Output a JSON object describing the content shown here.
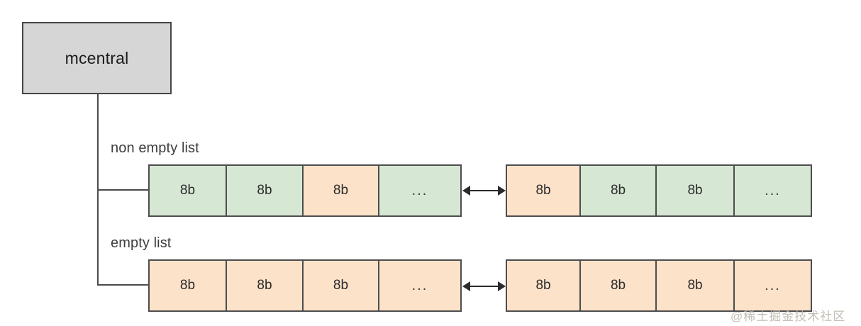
{
  "diagram": {
    "title_node": {
      "label": "mcentral",
      "fill": "#d6d6d6",
      "stroke": "#474747"
    },
    "colors": {
      "green_fill": "#d6e8d4",
      "orange_fill": "#fbe2c9",
      "cell_stroke": "#4d4d4d",
      "line": "#4a4a4a",
      "arrow": "#2b2b2b",
      "text": "#2b2b2b",
      "label_text": "#3d3d3d",
      "watermark": "#b9b2a8"
    },
    "rows": [
      {
        "label": "non empty list",
        "left_group": [
          {
            "text": "8b",
            "color": "green"
          },
          {
            "text": "8b",
            "color": "green"
          },
          {
            "text": "8b",
            "color": "orange"
          },
          {
            "text": "...",
            "color": "green"
          }
        ],
        "right_group": [
          {
            "text": "8b",
            "color": "orange"
          },
          {
            "text": "8b",
            "color": "green"
          },
          {
            "text": "8b",
            "color": "green"
          },
          {
            "text": "...",
            "color": "green"
          }
        ]
      },
      {
        "label": "empty list",
        "left_group": [
          {
            "text": "8b",
            "color": "orange"
          },
          {
            "text": "8b",
            "color": "orange"
          },
          {
            "text": "8b",
            "color": "orange"
          },
          {
            "text": "...",
            "color": "orange"
          }
        ],
        "right_group": [
          {
            "text": "8b",
            "color": "orange"
          },
          {
            "text": "8b",
            "color": "orange"
          },
          {
            "text": "8b",
            "color": "orange"
          },
          {
            "text": "...",
            "color": "orange"
          }
        ]
      }
    ],
    "watermark": "@稀土掘金技术社区"
  }
}
